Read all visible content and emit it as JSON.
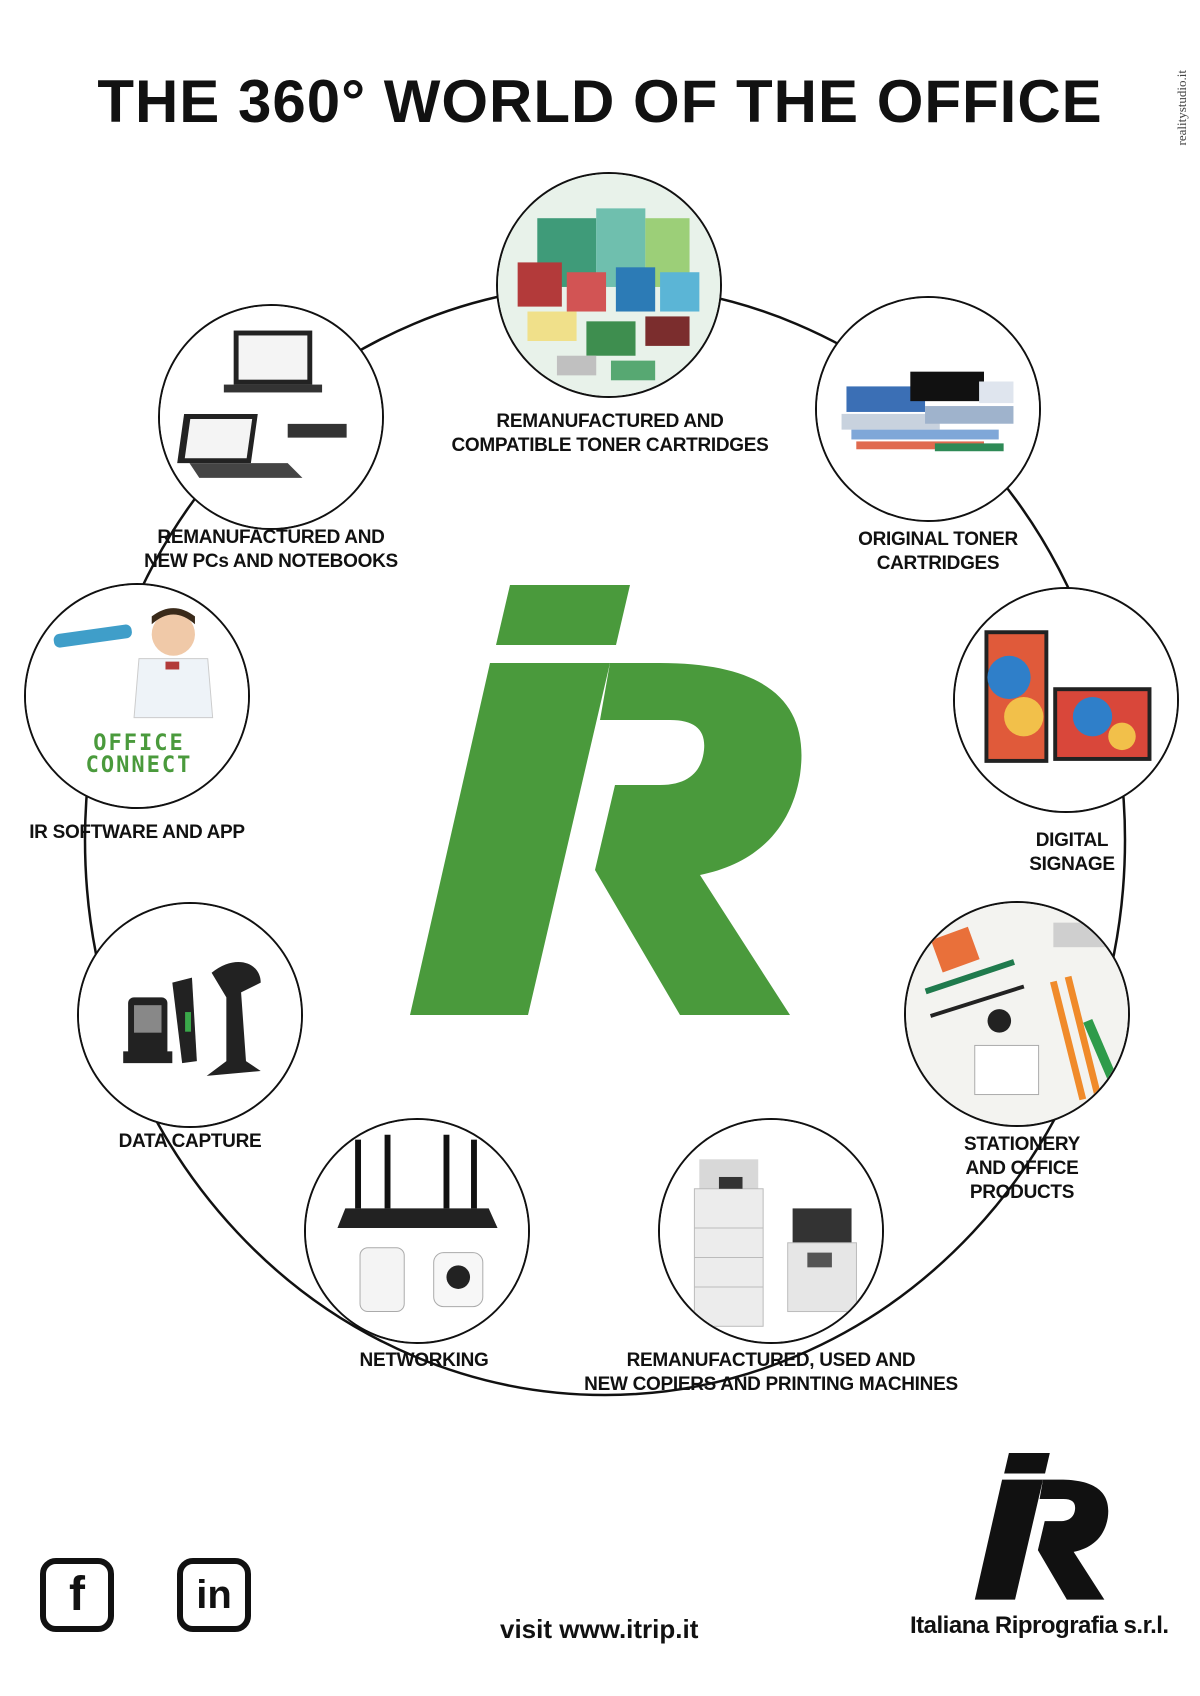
{
  "header": {
    "title": "THE 360° WORLD OF THE OFFICE",
    "credit": "realitystudio.it"
  },
  "services": [
    {
      "key": "toner-remanufactured",
      "label": "REMANUFACTURED AND\nCOMPATIBLE TONER CARTRIDGES"
    },
    {
      "key": "toner-original",
      "label": "ORIGINAL TONER\nCARTRIDGES"
    },
    {
      "key": "digital-signage",
      "label": "DIGITAL SIGNAGE"
    },
    {
      "key": "stationery",
      "label": "STATIONERY\nAND OFFICE PRODUCTS"
    },
    {
      "key": "copiers",
      "label": "REMANUFACTURED, USED AND\nNEW COPIERS AND PRINTING MACHINES"
    },
    {
      "key": "networking",
      "label": "NETWORKING"
    },
    {
      "key": "data-capture",
      "label": "DATA CAPTURE"
    },
    {
      "key": "software",
      "label": "IR SOFTWARE AND APP"
    },
    {
      "key": "pcs",
      "label": "REMANUFACTURED AND\nNEW PCs AND NOTEBOOKS"
    }
  ],
  "office_connect": {
    "line1": "OFFICE",
    "line2": "CONNECT"
  },
  "footer": {
    "facebook_glyph": "f",
    "linkedin_glyph": "in",
    "visit_text": "visit www.itrip.it",
    "company": "Italiana Riprografia s.r.l."
  },
  "colors": {
    "brand_green": "#4a9a3c",
    "ink": "#111111"
  },
  "icons": [
    "facebook-icon",
    "linkedin-icon",
    "ir-logo"
  ]
}
